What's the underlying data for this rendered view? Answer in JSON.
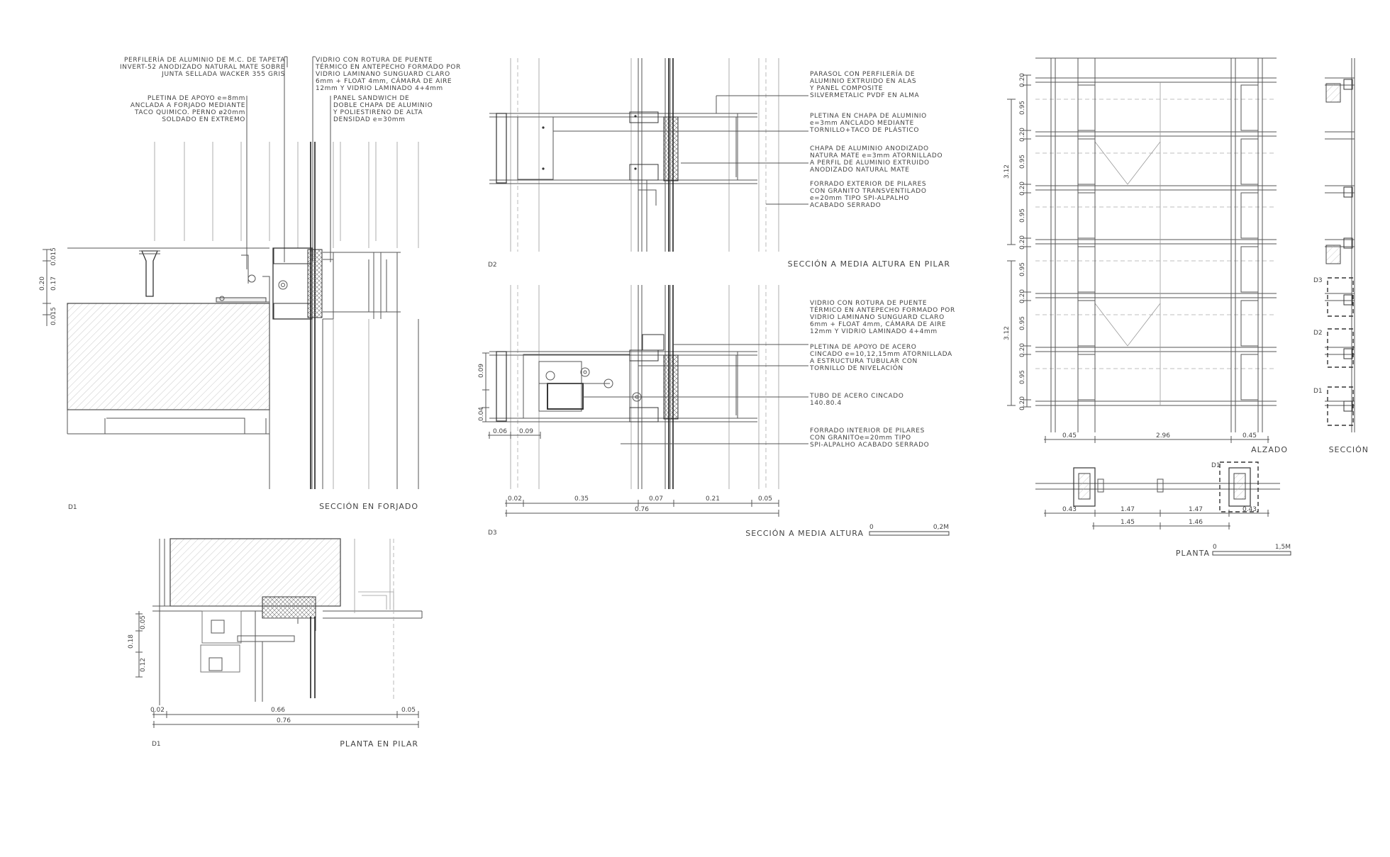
{
  "notes": {
    "perfileria": [
      "PERFILERÍA DE ALUMINIO DE M.C. DE TAPETA",
      "INVERT-52 ANODIZADO NATURAL MATE SOBRE",
      "JUNTA SELLADA WACKER 355 GRIS"
    ],
    "pletina_apoyo": [
      "PLETINA DE APOYO e=8mm",
      "ANCLADA A FORJADO MEDIANTE",
      "TACO QUIMICO. PERNO ø20mm",
      "SOLDADO EN EXTREMO"
    ],
    "vidrio_d1": [
      "VIDRIO CON ROTURA DE PUENTE",
      "TÉRMICO EN ANTEPECHO FORMADO POR",
      "VIDRIO LAMINANO SUNGUARD CLARO",
      "6mm + FLOAT 4mm, CÁMARA DE AIRE",
      "12mm Y VIDRIO LAMINADO 4+4mm"
    ],
    "panel_sandwich": [
      "PANEL SANDWICH DE",
      "DOBLE CHAPA DE ALUMINIO",
      "Y POLIESTIRENO DE ALTA",
      "DENSIDAD e=30mm"
    ],
    "parasol": [
      "PARASOL CON PERFILERÍA DE",
      "ALUMINIO EXTRUIDO EN ALAS",
      "Y PANEL COMPOSITE",
      "SILVERMETALIC PVDF EN ALMA"
    ],
    "pletina_chapa": [
      "PLETINA EN CHAPA DE ALUMINIO",
      "e=3mm ANCLADO MEDIANTE",
      "TORNILLO+TACO DE PLÁSTICO"
    ],
    "chapa_anodizado": [
      "CHAPA DE ALUMINIO ANODIZADO",
      "NATURA MATE e=3mm ATORNILLADO",
      "A PERFIL DE ALUMINIO EXTRUIDO",
      "ANODIZADO NATURAL MATE"
    ],
    "forrado_exterior": [
      "FORRADO EXTERIOR DE PILARES",
      "CON GRANITO TRANSVENTILADO",
      "e=20mm TIPO SPI-ALPALHO",
      "ACABADO SERRADO"
    ],
    "vidrio_d3": [
      "VIDRIO CON ROTURA DE PUENTE",
      "TÉRMICO EN ANTEPECHO FORMADO POR",
      "VIDRIO LAMINANO SUNGUARD CLARO",
      "6mm + FLOAT 4mm, CÁMARA DE AIRE",
      "12mm Y VIDRIO LAMINADO 4+4mm"
    ],
    "pletina_acero": [
      "PLETINA DE APOYO DE ACERO",
      "CINCADO e=10,12,15mm ATORNILLADA",
      "A ESTRUCTURA TUBULAR CON",
      "TORNILLO DE NIVELACIÓN"
    ],
    "tubo_acero": [
      "TUBO DE ACERO CINCADO",
      "140.80.4"
    ],
    "forrado_interior": [
      "FORRADO INTERIOR DE PILARES",
      "CON GRANITOe=20mm TIPO",
      "SPI-ALPALHO ACABADO SERRADO"
    ]
  },
  "titles": {
    "seccion_forjado": "SECCIÓN EN FORJADO",
    "seccion_media_altura_pilar": "SECCIÓN A MEDIA ALTURA EN PILAR",
    "seccion_media_altura": "SECCIÓN A MEDIA ALTURA",
    "planta_pilar": "PLANTA EN PILAR",
    "alzado": "ALZADO",
    "seccion": "SECCIÓN",
    "planta": "PLANTA"
  },
  "detail_tags": {
    "d1": "D1",
    "d2": "D2",
    "d3": "D3"
  },
  "scales": {
    "detail": {
      "zero": "0",
      "end": "0,2M"
    },
    "overall": {
      "zero": "0",
      "end": "1,5M"
    }
  },
  "dimensions": {
    "d1_section": [
      "0.015",
      "0.17",
      "0.015",
      "0.20"
    ],
    "d3_vertical": [
      "0.09",
      "0.04"
    ],
    "d3_horizontal_top": [
      "0.06",
      "0.09"
    ],
    "d3_horizontal": [
      "0.02",
      "0.35",
      "0.07",
      "0.21",
      "0.05"
    ],
    "d3_total": "0.76",
    "d1_plan_vertical": [
      "0.05",
      "0.18",
      "0.12"
    ],
    "d1_plan_horizontal": [
      "0.02",
      "0.66",
      "0.05"
    ],
    "d1_plan_total": "0.76",
    "alzado_vertical_left": [
      "0.20",
      "0.95",
      "0.20",
      "0.95",
      "0.20",
      "0.95",
      "0.20",
      "0.95",
      "0.20",
      "0.95",
      "0.20",
      "0.95",
      "0.20"
    ],
    "alzado_totals": [
      "3.12",
      "3.12"
    ],
    "alzado_horizontal": [
      "0.45",
      "2.96",
      "0.45"
    ],
    "planta_row1": [
      "0.43",
      "1.47",
      "1.47",
      "0.43"
    ],
    "planta_row2": [
      "1.45",
      "1.46"
    ]
  },
  "colors": {
    "line": "#555555",
    "light_line": "#999999",
    "text": "#444444",
    "hatch": "#bbbbbb"
  }
}
